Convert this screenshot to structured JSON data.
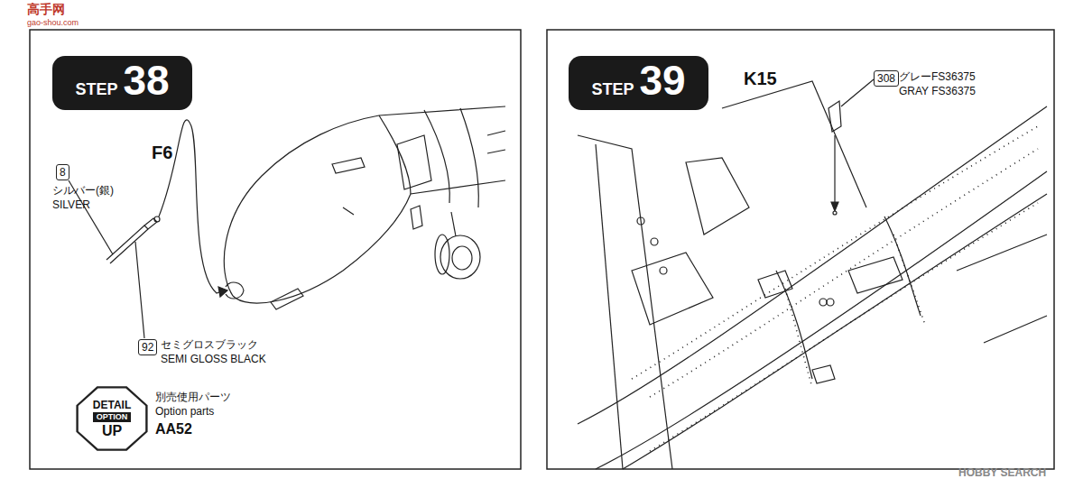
{
  "diagram": {
    "nodes": [
      {
        "text": [
          "STEP",
          "38"
        ]
      },
      {
        "text": [
          "8"
        ]
      },
      {
        "text": [
          "92"
        ]
      },
      {
        "text": [
          "DETAIL",
          "OPTION",
          "UP"
        ]
      },
      {
        "text": [
          "STEP",
          "39"
        ]
      },
      {
        "text": [
          "308"
        ]
      }
    ],
    "labels": [
      "シルバー(銀)",
      "SILVER",
      "F6",
      "セミグロスブラック",
      "SEMI GLOSS BLACK",
      "別売使用パーツ",
      "Option parts",
      "AA52",
      "K15",
      "グレーFS36375",
      "GRAY FS36375",
      "高手网",
      "gao-shou.com",
      "HOBBY SEARCH"
    ]
  }
}
